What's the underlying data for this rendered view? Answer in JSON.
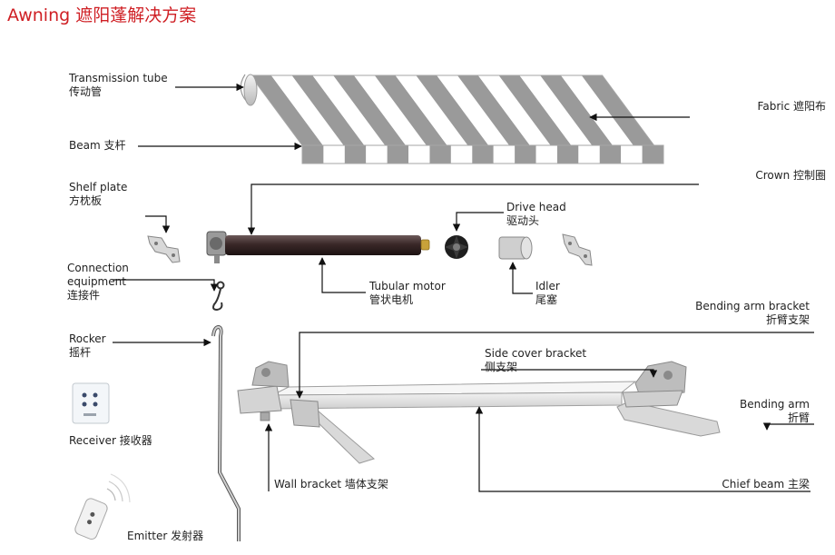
{
  "title": "Awning 遮阳蓬解决方案",
  "colors": {
    "title": "#cf1f24",
    "stripe": "#9a9a9a",
    "motor": "#3b2a2a"
  },
  "labels": {
    "transmission_tube": {
      "en": "Transmission tube",
      "zh": "传动管"
    },
    "fabric": "Fabric 遮阳布",
    "beam": "Beam 支杆",
    "crown": "Crown 控制圈",
    "shelf_plate": {
      "en": "Shelf plate",
      "zh": "方枕板"
    },
    "drive_head": {
      "en": "Drive head",
      "zh": "驱动头"
    },
    "connection_equipment": {
      "line1": "Connection",
      "line2": "equipment",
      "zh": "连接件"
    },
    "tubular_motor": {
      "en": "Tubular motor",
      "zh": "管状电机"
    },
    "idler": {
      "en": "Idler",
      "zh": "尾塞"
    },
    "bending_arm_bracket": {
      "en": "Bending arm bracket",
      "zh": "折臂支架"
    },
    "rocker": {
      "en": "Rocker",
      "zh": "摇杆"
    },
    "side_cover_bracket": {
      "en": "Side cover bracket",
      "zh": "侧支架"
    },
    "bending_arm": {
      "en": "Bending arm",
      "zh": "折臂"
    },
    "receiver": "Receiver 接收器",
    "wall_bracket": "Wall bracket 墙体支架",
    "chief_beam": "Chief beam 主梁",
    "emitter": "Emitter 发射器"
  }
}
